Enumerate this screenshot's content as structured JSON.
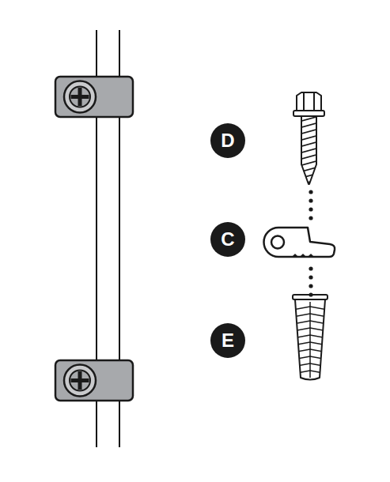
{
  "diagram": {
    "nodes": [
      {
        "text": [
          "D"
        ]
      },
      {
        "text": [
          "C"
        ]
      },
      {
        "text": [
          "E"
        ]
      }
    ]
  }
}
